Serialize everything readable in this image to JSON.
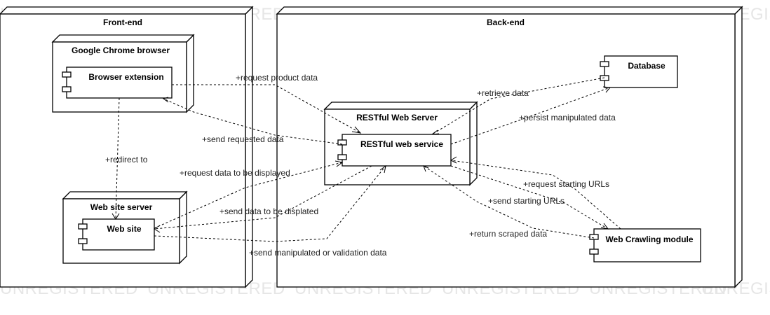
{
  "watermark": "UNREGISTERED",
  "nodes": {
    "frontend": {
      "title": "Front-end"
    },
    "backend": {
      "title": "Back-end"
    },
    "chrome": {
      "title": "Google Chrome browser"
    },
    "website_server": {
      "title": "Web site server"
    },
    "restful_server": {
      "title": "RESTful Web Server"
    }
  },
  "components": {
    "browser_extension": "Browser extension",
    "web_site": "Web site",
    "restful_service": "RESTful web service",
    "database": "Database",
    "crawler": "Web Crawling module"
  },
  "edges": {
    "request_product_data": "+request product data",
    "send_requested_data": "+send requested data",
    "redirect_to": "+redirect to",
    "request_display_data": "+request data to be displayed",
    "send_display_data": "+send data to be displated",
    "send_manipulated": "+send manipulated or validation data",
    "retrieve_data": "+retrieve data",
    "persist_data": "+persist manipulated data",
    "request_starting_urls": "+request starting URLs",
    "send_starting_urls": "+send starting URLs",
    "return_scraped_data": "+return scraped data"
  }
}
